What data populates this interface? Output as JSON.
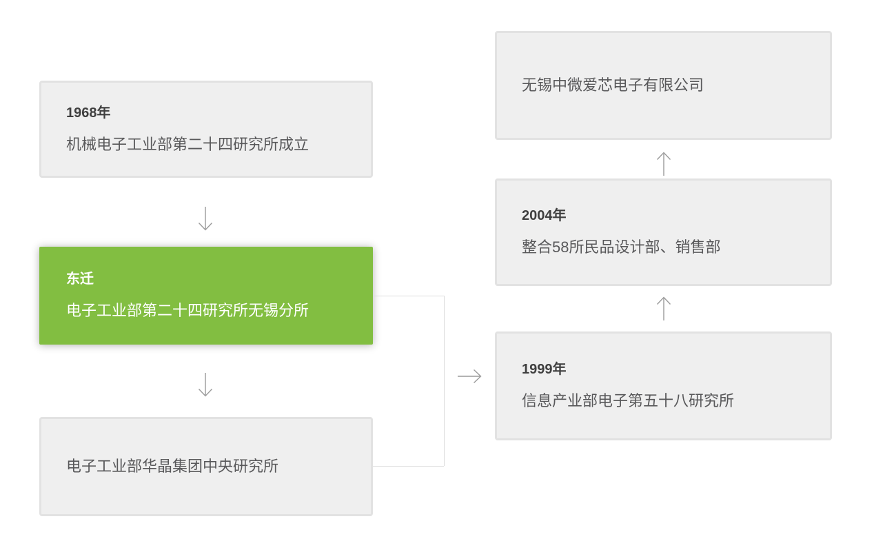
{
  "diagram": {
    "description": "Company history flow diagram: left column flows top-down, right column flows bottom-up, a right-angle connector joins the left column to the 1999 box with a right arrow.",
    "left_column": {
      "box_1968": {
        "title": "1968年",
        "body": "机械电子工业部第二十四研究所成立",
        "style": "default"
      },
      "box_dongqian": {
        "title": "东迁",
        "body": "电子工业部第二十四研究所无锡分所",
        "style": "highlight"
      },
      "box_huajing": {
        "body": "电子工业部华晶集团中央研究所",
        "style": "default"
      }
    },
    "right_column": {
      "box_aixin": {
        "body": "无锡中微爱芯电子有限公司",
        "style": "default"
      },
      "box_2004": {
        "title": "2004年",
        "body": "整合58所民品设计部、销售部",
        "style": "default"
      },
      "box_1999": {
        "title": "1999年",
        "body": "信息产业部电子第五十八研究所",
        "style": "default"
      }
    },
    "icons": {
      "arrow_down": "↓",
      "arrow_up": "↑",
      "arrow_right": "→"
    },
    "colors": {
      "page_background": "#ffffff",
      "box_fill": "#efefef",
      "box_border": "#e2e2e2",
      "highlight_green": "#82be41",
      "title_text": "#3f3f3f",
      "body_text": "#58585a",
      "highlight_text": "#ffffff",
      "arrow_gray": "#9a9a9a",
      "connector_line": "#dcdcdc"
    }
  }
}
